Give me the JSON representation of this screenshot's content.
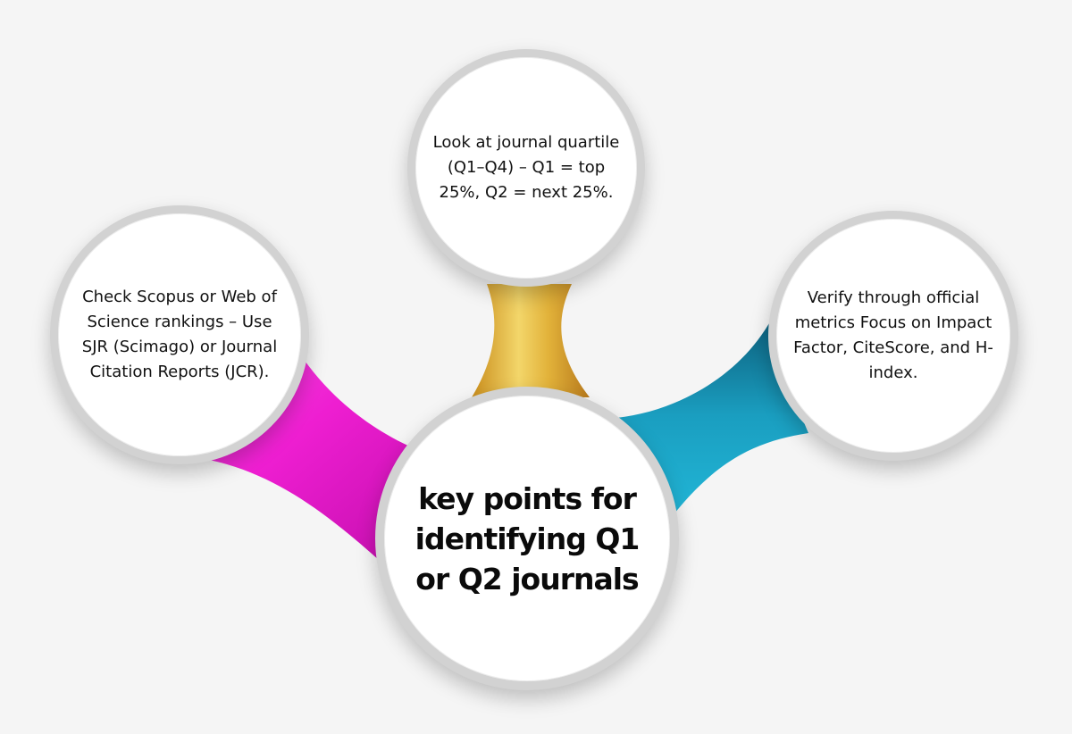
{
  "center": {
    "text": "key points for identifying Q1 or Q2 journals"
  },
  "nodes": {
    "top": "Look at journal quartile (Q1–Q4) – Q1 = top 25%, Q2 = next 25%.",
    "left": "Check Scopus or Web of Science rankings – Use SJR (Scimago) or Journal Citation Reports (JCR).",
    "right": "Verify through official metrics  Focus on Impact Factor, CiteScore, and H-index."
  },
  "colors": {
    "background": "#f5f5f5",
    "connector_left": "#ee1fd2",
    "connector_top": "#e2b23a",
    "connector_right": "#1a9ec0",
    "circle_border": "#d2d2d2"
  }
}
